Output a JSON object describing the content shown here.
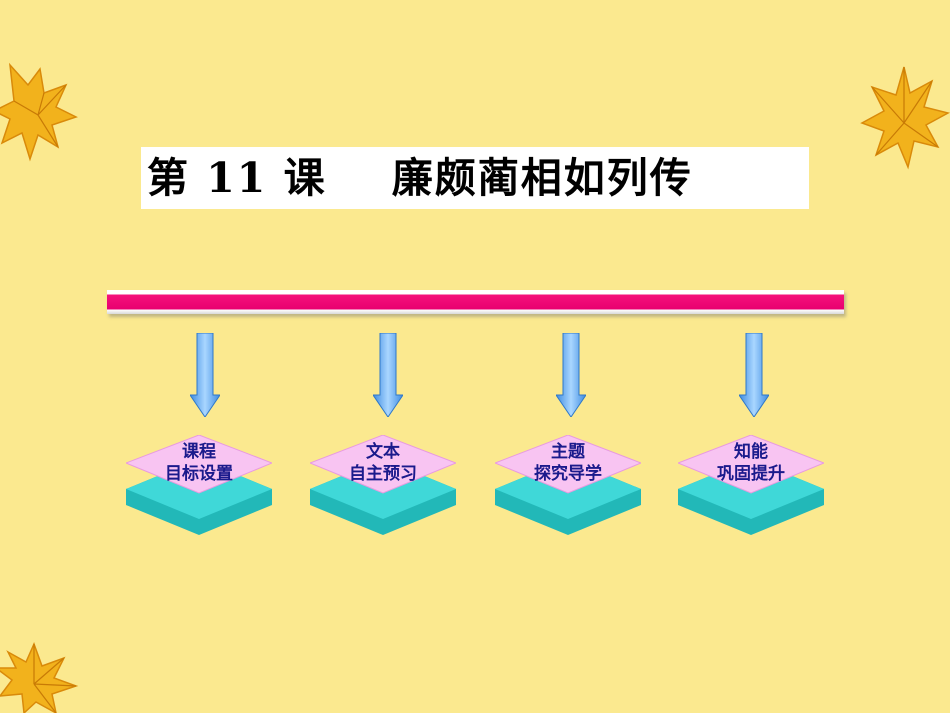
{
  "title": {
    "lesson_prefix": "第",
    "lesson_number": "11",
    "lesson_suffix": "课",
    "lesson_name": "廉颇蔺相如列传"
  },
  "colors": {
    "background": "#fbe98f",
    "bar": "#e8006f",
    "arrow": "#6aaef0",
    "node_top": "#f5b8f0",
    "node_base": "#2ec8c8",
    "node_text": "#1a1a8c"
  },
  "nodes": [
    {
      "line1": "课程",
      "line2": "目标设置"
    },
    {
      "line1": "文本",
      "line2": "自主预习"
    },
    {
      "line1": "主题",
      "line2": "探究导学"
    },
    {
      "line1": "知能",
      "line2": "巩固提升"
    }
  ],
  "decorations": [
    "maple-leaf-icon",
    "maple-leaf-icon",
    "maple-leaf-icon"
  ]
}
